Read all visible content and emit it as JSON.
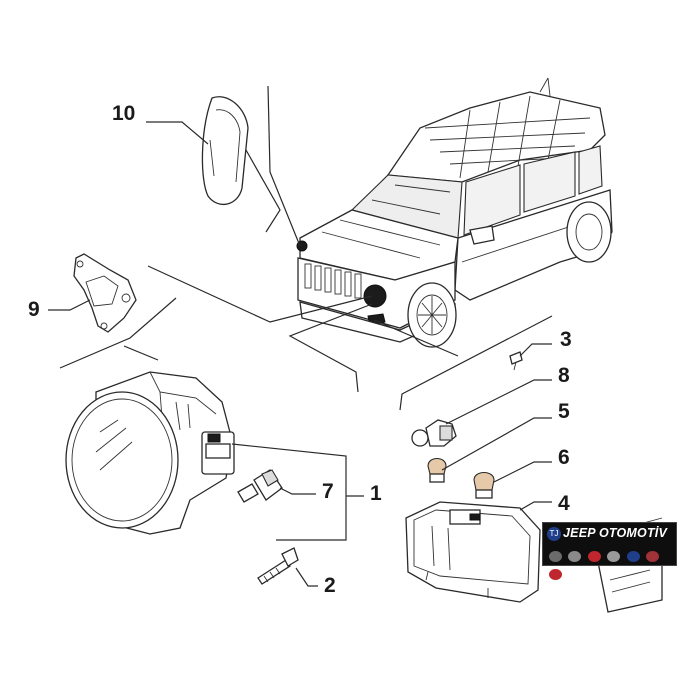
{
  "callouts": {
    "n1": "1",
    "n2": "2",
    "n3": "3",
    "n4": "4",
    "n5": "5",
    "n6": "6",
    "n7": "7",
    "n8": "8",
    "n9": "9",
    "n10": "10"
  },
  "logo": {
    "brand_mark": "TJ",
    "title": "JEEP OTOMOTİV",
    "colors": {
      "background": "#0e0e0e",
      "text": "#ffffff",
      "accent_red": "#c0262d",
      "accent_blue": "#1f3f8a"
    }
  }
}
